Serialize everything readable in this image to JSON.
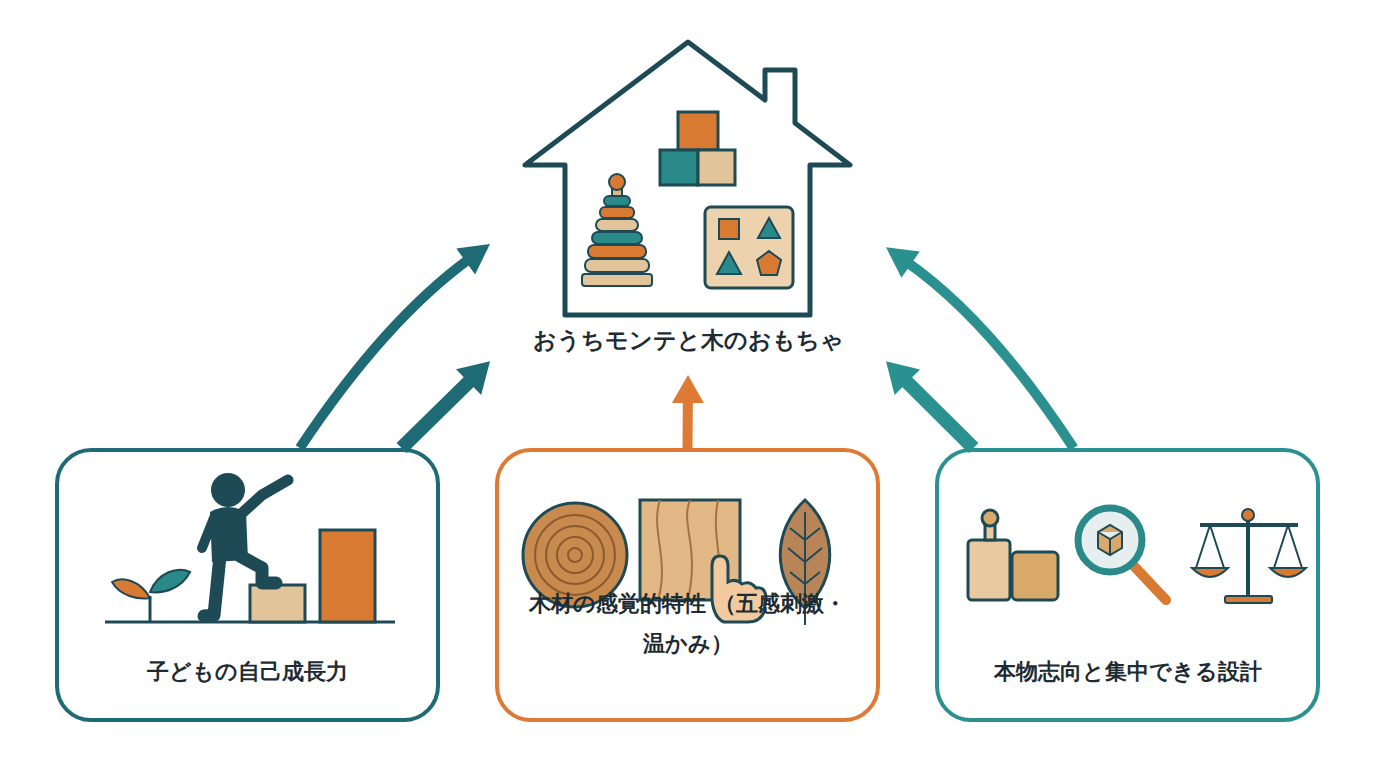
{
  "diagram": {
    "nodes": [
      {
        "text": [
          "おうちモンテと木のおもちゃ"
        ]
      },
      {
        "text": [
          "子どもの自己成長力"
        ]
      },
      {
        "text": [
          "木材の感覚的特性 （五感刺激・温かみ）"
        ]
      },
      {
        "text": [
          "本物志向と集中できる設計"
        ]
      }
    ],
    "edges": [
      {
        "from": 1,
        "to": 0,
        "arrow": "to"
      },
      {
        "from": 1,
        "to": 0,
        "arrow": "to"
      },
      {
        "from": 2,
        "to": 0,
        "arrow": "to"
      },
      {
        "from": 3,
        "to": 0,
        "arrow": "to"
      },
      {
        "from": 3,
        "to": 0,
        "arrow": "to"
      }
    ]
  }
}
